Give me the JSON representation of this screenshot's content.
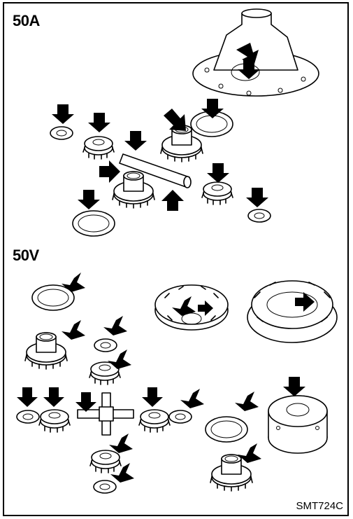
{
  "figure": {
    "section_a_label": "50A",
    "section_b_label": "50V",
    "figure_code": "SMT724C"
  },
  "colors": {
    "line": "#000000",
    "background": "#ffffff"
  },
  "icons": [
    "arrow-icon"
  ]
}
